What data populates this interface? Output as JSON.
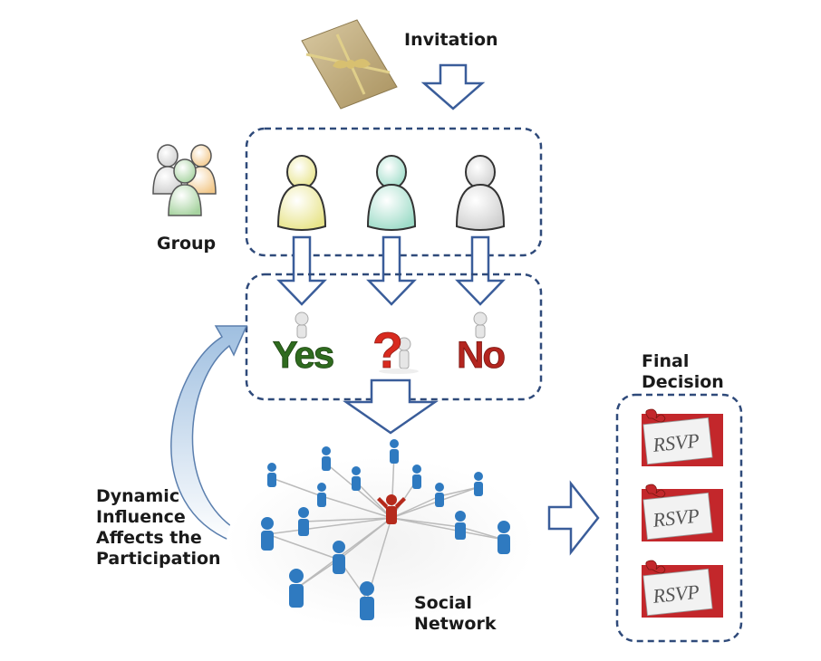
{
  "labels": {
    "invitation": "Invitation",
    "group": "Group",
    "dynamic_influence": [
      "Dynamic",
      "Influence",
      "Affects the",
      "Participation"
    ],
    "social_network": [
      "Social",
      "Network"
    ],
    "final_decision": [
      "Final",
      "Decision"
    ]
  },
  "responses": {
    "yes": "Yes",
    "maybe": "?",
    "no": "No"
  },
  "rsvp_cards": [
    "RSVP",
    "RSVP",
    "RSVP"
  ],
  "colors": {
    "dashed_border": "#2f4a7a",
    "arrow_stroke": "#3a5d9a",
    "yes_green": "#2f6b1f",
    "no_red": "#b3251f",
    "question_red": "#d82a1f",
    "network_blue": "#2f7ac0",
    "center_red": "#b52a1c",
    "card_red": "#c3272b",
    "person_yellow": "#eeeaa0",
    "person_teal": "#b6e6d8",
    "person_gray": "#dcdcdc"
  }
}
